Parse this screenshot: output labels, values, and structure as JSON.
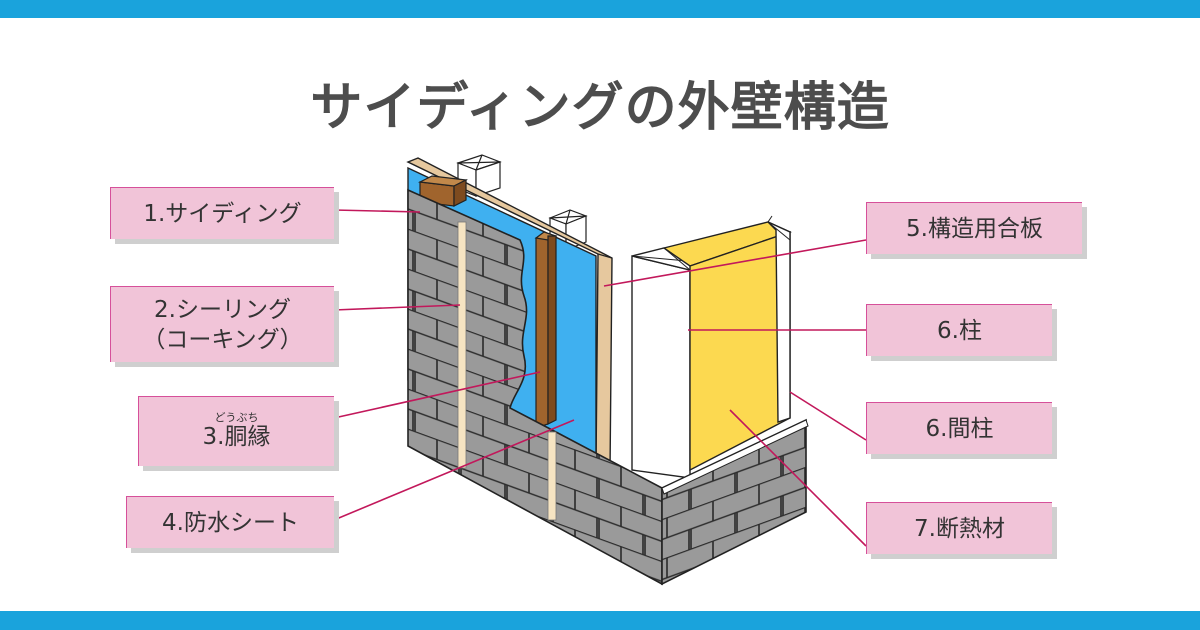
{
  "title": "サイディングの外壁構造",
  "colors": {
    "accent_bar": "#1aa3dc",
    "label_bg": "#f1c4d8",
    "label_border": "#d6509a",
    "leader_line": "#c2185b",
    "water_sheet": "#3fb0f0",
    "insulation": "#fcd950",
    "plywood": "#e6c89e",
    "batten": "#a0642d",
    "siding": "#9a9a9a"
  },
  "labels": {
    "siding": "1.サイディング",
    "sealing_line1": "2.シーリング",
    "sealing_line2": "（コーキング）",
    "furring_ruby": "どうぶち",
    "furring": "3.胴縁",
    "waterproof_sheet": "4.防水シート",
    "plywood": "5.構造用合板",
    "pillar": "6.柱",
    "stud": "6.間柱",
    "insulation": "7.断熱材"
  }
}
